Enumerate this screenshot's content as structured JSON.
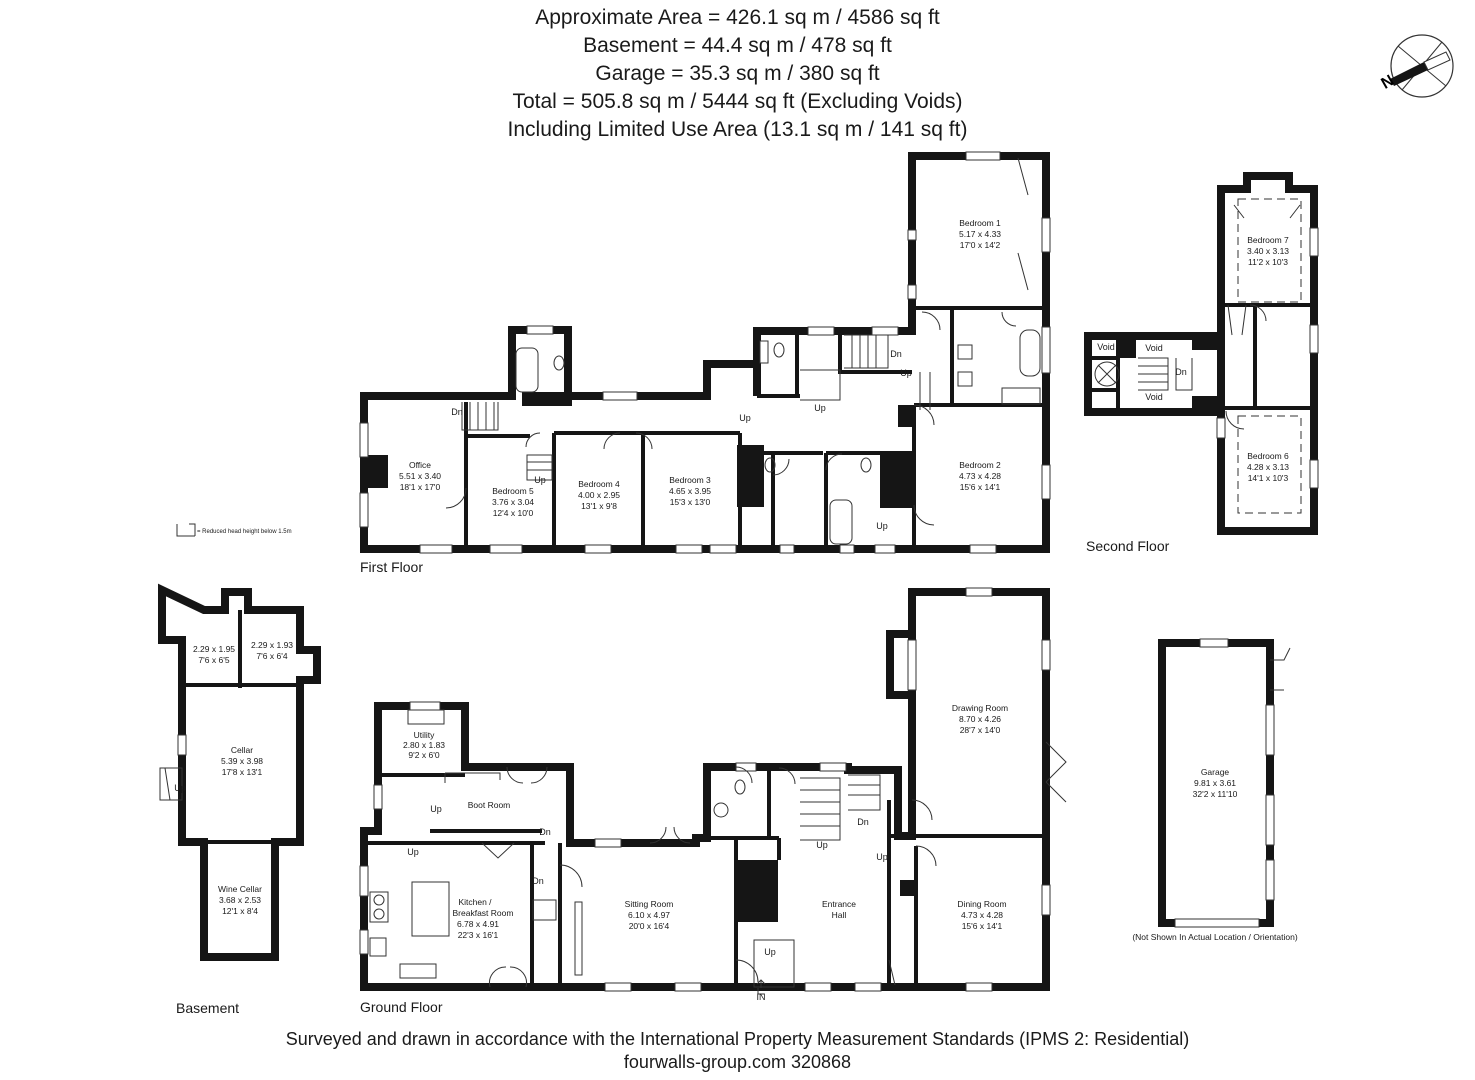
{
  "header": {
    "line1": "Approximate Area = 426.1 sq m / 4586 sq ft",
    "line2": "Basement = 44.4 sq m / 478 sq ft",
    "line3": "Garage = 35.3 sq m / 380 sq ft",
    "line4": "Total = 505.8 sq m / 5444 sq ft (Excluding Voids)",
    "line5": "Including Limited Use Area (13.1 sq m / 141 sq ft)"
  },
  "compass": {
    "letter": "N",
    "icon": "compass-icon"
  },
  "legend_note": "= Reduced head height below 1.5m",
  "floors": {
    "first": "First Floor",
    "second": "Second Floor",
    "ground": "Ground Floor",
    "basement": "Basement"
  },
  "rooms": {
    "office": {
      "name": "Office",
      "m": "5.51 x 3.40",
      "ft": "18'1 x 17'0"
    },
    "bedroom5": {
      "name": "Bedroom 5",
      "m": "3.76 x 3.04",
      "ft": "12'4 x 10'0"
    },
    "bedroom4": {
      "name": "Bedroom 4",
      "m": "4.00 x 2.95",
      "ft": "13'1 x 9'8"
    },
    "bedroom3": {
      "name": "Bedroom 3",
      "m": "4.65 x 3.95",
      "ft": "15'3 x 13'0"
    },
    "bedroom2": {
      "name": "Bedroom 2",
      "m": "4.73 x 4.28",
      "ft": "15'6 x 14'1"
    },
    "bedroom1": {
      "name": "Bedroom 1",
      "m": "5.17 x 4.33",
      "ft": "17'0 x 14'2"
    },
    "bedroom7": {
      "name": "Bedroom 7",
      "m": "3.40 x 3.13",
      "ft": "11'2 x 10'3"
    },
    "bedroom6": {
      "name": "Bedroom 6",
      "m": "4.28 x 3.13",
      "ft": "14'1 x 10'3"
    },
    "cellar": {
      "name": "Cellar",
      "m": "5.39 x 3.98",
      "ft": "17'8 x 13'1"
    },
    "store1": {
      "m": "2.29 x 1.95",
      "ft": "7'6 x 6'5"
    },
    "store2": {
      "m": "2.29 x 1.93",
      "ft": "7'6 x 6'4"
    },
    "winecellar": {
      "name": "Wine Cellar",
      "m": "3.68 x 2.53",
      "ft": "12'1 x 8'4"
    },
    "utility": {
      "name": "Utility",
      "m": "2.80 x 1.83",
      "ft": "9'2 x 6'0"
    },
    "bootroom": {
      "name": "Boot Room"
    },
    "kitchen": {
      "name1": "Kitchen /",
      "name2": "Breakfast Room",
      "m": "6.78 x 4.91",
      "ft": "22'3 x 16'1"
    },
    "sitting": {
      "name": "Sitting Room",
      "m": "6.10 x 4.97",
      "ft": "20'0 x 16'4"
    },
    "entrance": {
      "name1": "Entrance",
      "name2": "Hall"
    },
    "drawing": {
      "name": "Drawing Room",
      "m": "8.70 x 4.26",
      "ft": "28'7 x 14'0"
    },
    "dining": {
      "name": "Dining Room",
      "m": "4.73 x 4.28",
      "ft": "15'6 x 14'1"
    },
    "garage": {
      "name": "Garage",
      "m": "9.81 x 3.61",
      "ft": "32'2 x 11'10"
    }
  },
  "labels": {
    "void": "Void",
    "up": "Up",
    "dn": "Dn",
    "in": "IN",
    "garage_note": "(Not Shown In Actual Location / Orientation)"
  },
  "footer": {
    "line1": "Surveyed and drawn in accordance with the International Property Measurement Standards (IPMS 2: Residential)",
    "line2": "fourwalls-group.com 320868"
  }
}
